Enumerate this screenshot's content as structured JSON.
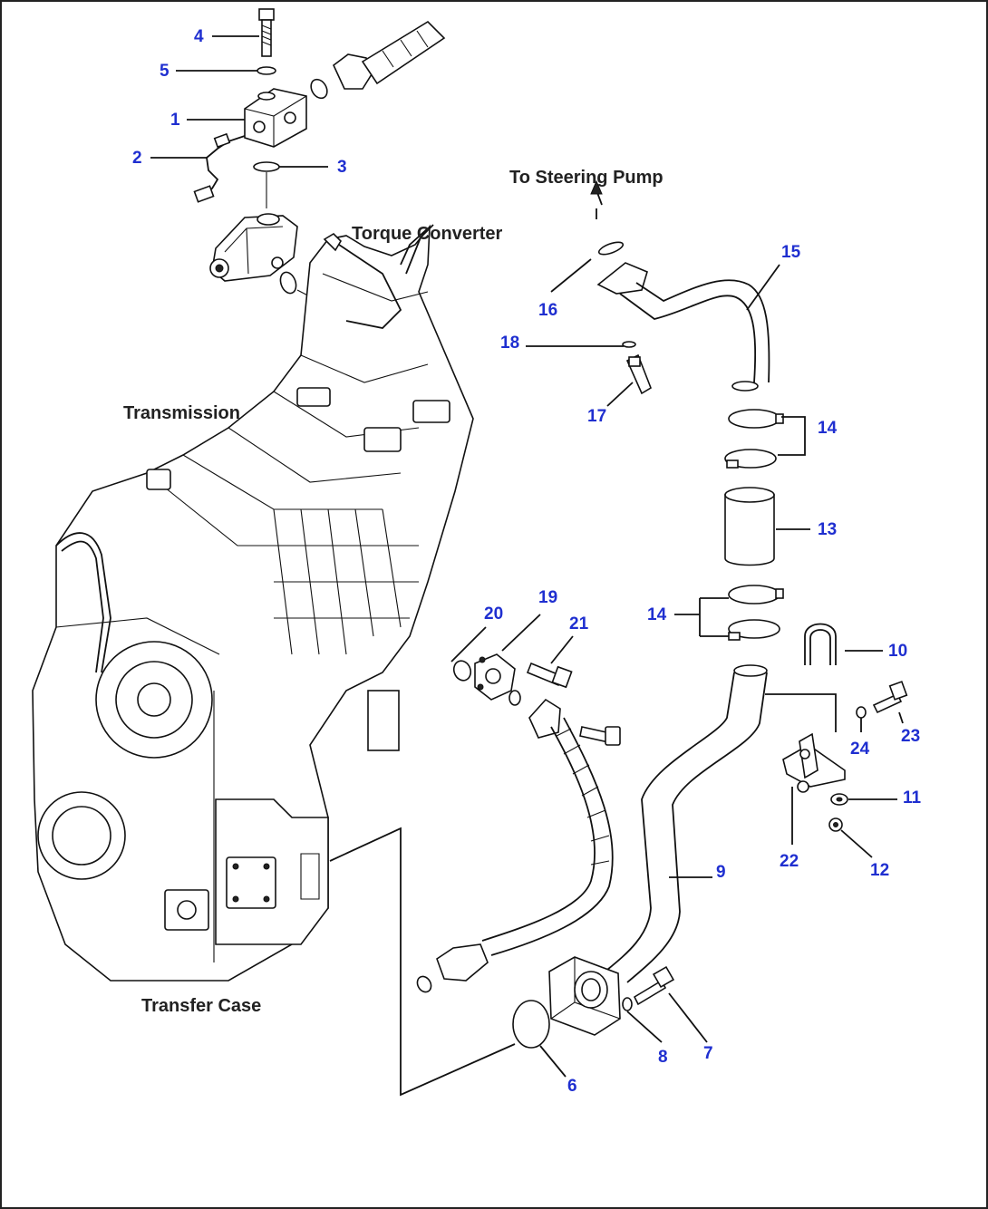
{
  "labels": {
    "steering_pump": "To Steering Pump",
    "torque_converter": "Torque Converter",
    "transmission": "Transmission",
    "transfer_case": "Transfer Case"
  },
  "callouts": {
    "c1": "1",
    "c2": "2",
    "c3": "3",
    "c4": "4",
    "c5": "5",
    "c6": "6",
    "c7": "7",
    "c8": "8",
    "c9": "9",
    "c10": "10",
    "c11": "11",
    "c12": "12",
    "c13": "13",
    "c14a": "14",
    "c14b": "14",
    "c15": "15",
    "c16": "16",
    "c17": "17",
    "c18": "18",
    "c19": "19",
    "c20": "20",
    "c21": "21",
    "c22": "22",
    "c23": "23",
    "c24": "24"
  },
  "colors": {
    "callout": "#1f2fd0",
    "line": "#111111"
  }
}
